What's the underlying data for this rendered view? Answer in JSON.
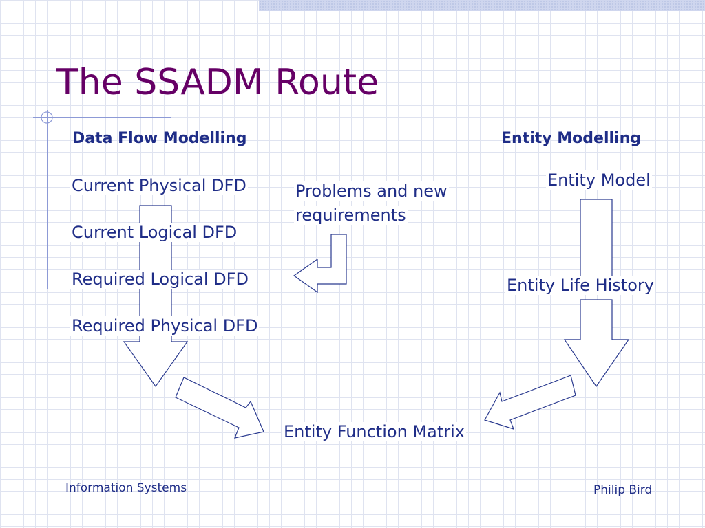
{
  "slide": {
    "title": "The SSADM Route",
    "accent_color": "#660066",
    "text_color": "#1f2d87"
  },
  "data_flow": {
    "heading": "Data Flow Modelling",
    "items": [
      "Current Physical DFD",
      "Current Logical DFD",
      "Required Logical DFD",
      "Required Physical DFD"
    ]
  },
  "entity": {
    "heading": "Entity Modelling",
    "items": [
      "Entity Model",
      "Entity Life History"
    ]
  },
  "problems_note": {
    "line1": "Problems and new",
    "line2": "requirements"
  },
  "result": {
    "label": "Entity Function Matrix"
  },
  "footer": {
    "left": "Information Systems",
    "right": "Philip Bird"
  }
}
